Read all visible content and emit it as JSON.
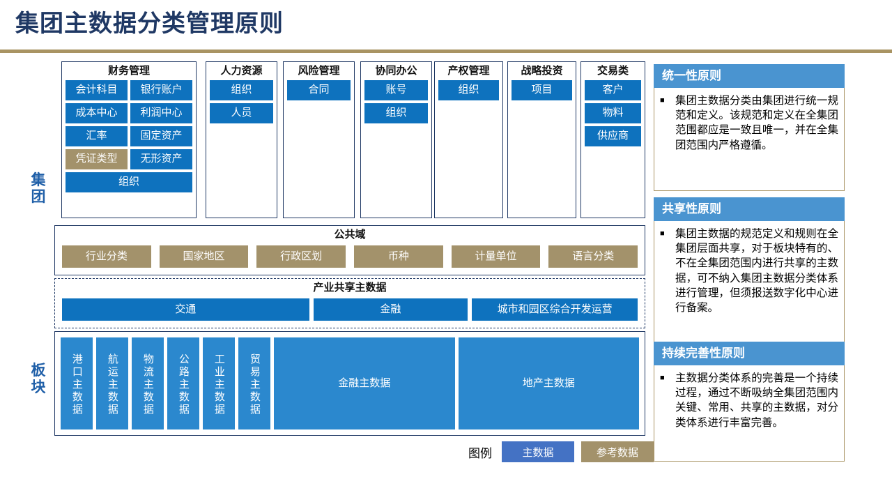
{
  "title": "集团主数据分类管理原则",
  "axis": {
    "group_label": "集团",
    "sector_label": "板块"
  },
  "domains": [
    {
      "name": "财务管理",
      "layout": "grid2",
      "items": [
        {
          "label": "会计科目",
          "kind": "master"
        },
        {
          "label": "银行账户",
          "kind": "master"
        },
        {
          "label": "成本中心",
          "kind": "master"
        },
        {
          "label": "利润中心",
          "kind": "master"
        },
        {
          "label": "汇率",
          "kind": "master"
        },
        {
          "label": "固定资产",
          "kind": "master"
        },
        {
          "label": "凭证类型",
          "kind": "ref"
        },
        {
          "label": "无形资产",
          "kind": "master"
        }
      ],
      "full_items": [
        {
          "label": "组织",
          "kind": "master"
        }
      ]
    },
    {
      "name": "人力资源",
      "layout": "stack",
      "items": [
        {
          "label": "组织",
          "kind": "master"
        },
        {
          "label": "人员",
          "kind": "master"
        }
      ],
      "full_items": []
    },
    {
      "name": "风险管理",
      "layout": "stack",
      "items": [
        {
          "label": "合同",
          "kind": "master"
        }
      ],
      "full_items": []
    },
    {
      "name": "协同办公",
      "layout": "stack",
      "items": [
        {
          "label": "账号",
          "kind": "master"
        },
        {
          "label": "组织",
          "kind": "master"
        }
      ],
      "full_items": []
    },
    {
      "name": "产权管理",
      "layout": "stack",
      "items": [
        {
          "label": "组织",
          "kind": "master"
        }
      ],
      "full_items": []
    },
    {
      "name": "战略投资",
      "layout": "stack",
      "items": [
        {
          "label": "项目",
          "kind": "master"
        }
      ],
      "full_items": []
    },
    {
      "name": "交易类",
      "layout": "stack",
      "items": [
        {
          "label": "客户",
          "kind": "master"
        },
        {
          "label": "物料",
          "kind": "master"
        },
        {
          "label": "供应商",
          "kind": "master"
        }
      ],
      "full_items": []
    }
  ],
  "public_domain": {
    "title": "公共域",
    "items": [
      {
        "label": "行业分类",
        "kind": "ref"
      },
      {
        "label": "国家地区",
        "kind": "ref"
      },
      {
        "label": "行政区划",
        "kind": "ref"
      },
      {
        "label": "币种",
        "kind": "ref"
      },
      {
        "label": "计量单位",
        "kind": "ref"
      },
      {
        "label": "语言分类",
        "kind": "ref"
      }
    ]
  },
  "industry_shared": {
    "title": "产业共享主数据",
    "items": [
      {
        "label": "交通",
        "kind": "master",
        "flex": 355
      },
      {
        "label": "金融",
        "kind": "master",
        "flex": 222
      },
      {
        "label": "城市和园区综合开发运营",
        "kind": "master",
        "flex": 238
      }
    ]
  },
  "sector": {
    "vertical_items": [
      {
        "label": "港口主数据",
        "kind": "light"
      },
      {
        "label": "航运主数据",
        "kind": "light"
      },
      {
        "label": "物流主数据",
        "kind": "light"
      },
      {
        "label": "公路主数据",
        "kind": "light"
      },
      {
        "label": "工业主数据",
        "kind": "light"
      },
      {
        "label": "贸易主数据",
        "kind": "light"
      }
    ],
    "wide_items": [
      {
        "label": "金融主数据",
        "kind": "light"
      },
      {
        "label": "地产主数据",
        "kind": "light"
      }
    ]
  },
  "legend": {
    "label": "图例",
    "master_label": "主数据",
    "reference_label": "参考数据"
  },
  "principles": [
    {
      "title": "统一性原则",
      "bullet": "■",
      "text": "集团主数据分类由集团进行统一规范和定义。该规范和定义在全集团范围都应是一致且唯一，并在全集团范围内严格遵循。"
    },
    {
      "title": "共享性原则",
      "bullet": "■",
      "text": "集团主数据的规范定义和规则在全集团层面共享，对于板块特有的、不在全集团范围内进行共享的主数据，可不纳入集团主数据分类体系进行管理，但须报送数字化中心进行备案。"
    },
    {
      "title": "持续完善性原则",
      "bullet": "■",
      "text": "主数据分类体系的完善是一个持续过程，通过不断吸纳全集团范围内关键、常用、共享的主数据，对分类体系进行丰富完善。"
    }
  ],
  "colors": {
    "title_navy": "#1F3864",
    "gold_rule": "#A99463",
    "master_blue": "#0E72BE",
    "reference_tan": "#A3926B",
    "sector_blue": "#2B88CE",
    "card_header_blue": "#4A94D0",
    "legend_master_blue": "#4472C4"
  }
}
